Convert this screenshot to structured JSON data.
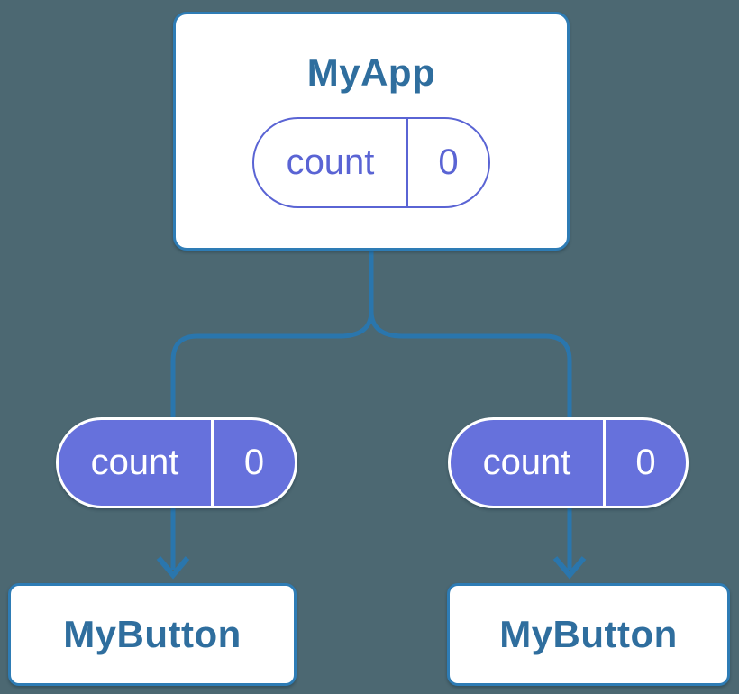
{
  "diagram": {
    "parent": {
      "title": "MyApp",
      "state": {
        "name": "count",
        "value": "0"
      }
    },
    "children": [
      {
        "title": "MyButton",
        "state": {
          "name": "count",
          "value": "0"
        }
      },
      {
        "title": "MyButton",
        "state": {
          "name": "count",
          "value": "0"
        }
      }
    ]
  },
  "colors": {
    "background": "#4C6872",
    "card_background": "#FFFFFF",
    "card_border": "#2E7CB5",
    "card_title_text": "#2F6E9E",
    "connector_line": "#2A76AD",
    "state_pill_outline": "#5A64D4",
    "state_pill_fill": "#6671DC",
    "state_pill_fill_text": "#FFFFFF"
  }
}
